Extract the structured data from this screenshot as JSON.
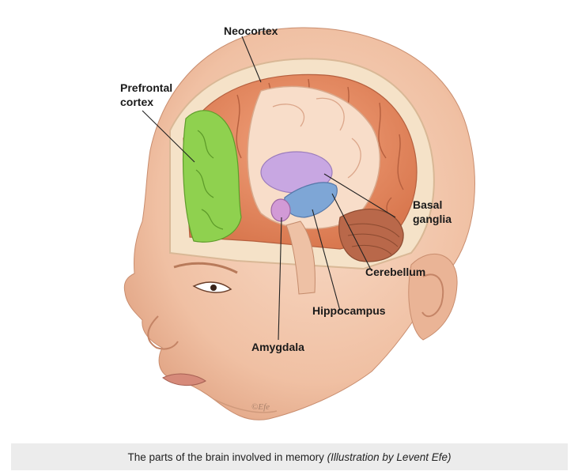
{
  "labels": {
    "neocortex": "Neocortex",
    "prefrontal_line1": "Prefrontal",
    "prefrontal_line2": "cortex",
    "basal_line1": "Basal",
    "basal_line2": "ganglia",
    "cerebellum": "Cerebellum",
    "hippocampus": "Hippocampus",
    "amygdala": "Amygdala"
  },
  "signature": "©Efe",
  "caption": {
    "text": "The parts of the brain involved in memory ",
    "credit": "(Illustration by Levent Efe)"
  },
  "colors": {
    "skin": "#f3c9ad",
    "skin_shadow": "#e3a888",
    "cortex": "#e9946e",
    "cortex_dark": "#c9704d",
    "white_matter": "#f6d7c4",
    "prefrontal": "#8fd14f",
    "basal_ganglia": "#c8a7e2",
    "hippocampus": "#7ea6d6",
    "amygdala": "#d29ad6",
    "cerebellum": "#b9684a"
  }
}
